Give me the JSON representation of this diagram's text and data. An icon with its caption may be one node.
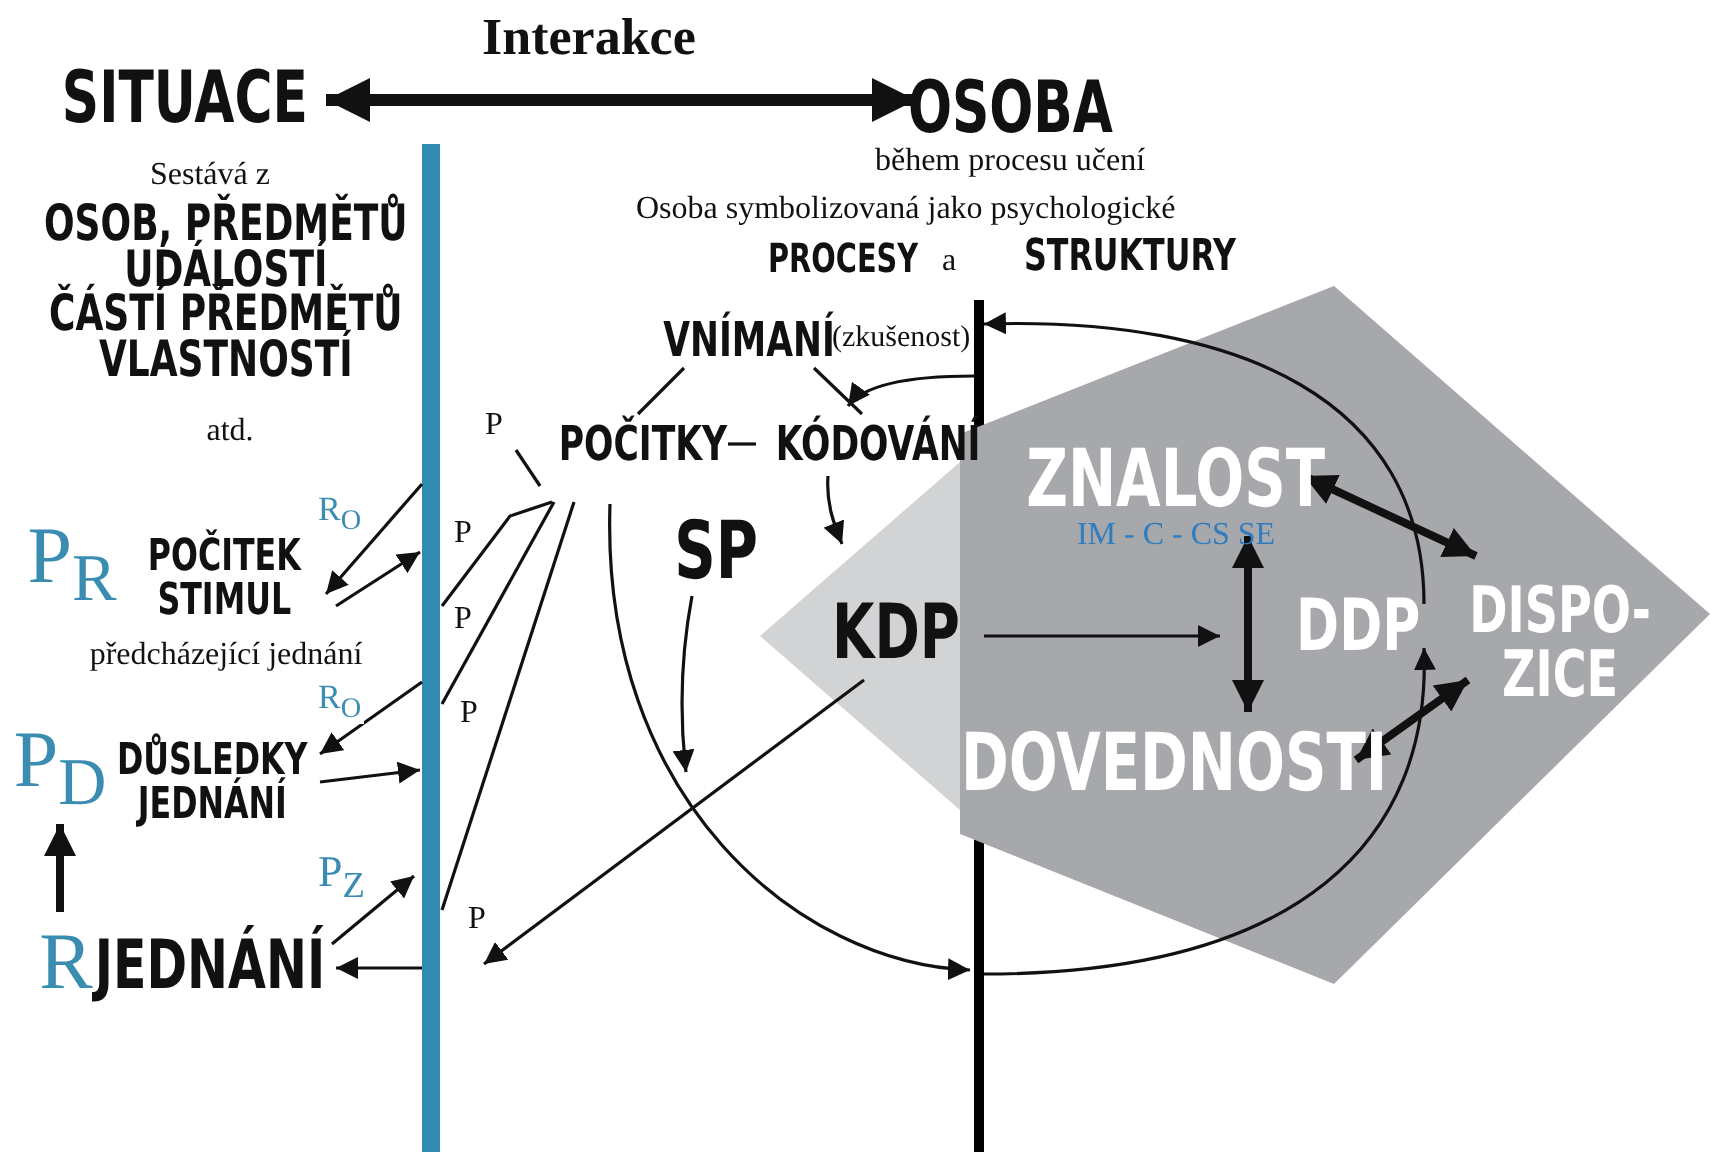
{
  "diagram": {
    "nodes": [
      {
        "text": [
          "SITUACE"
        ]
      },
      {
        "text": [
          "OSOBA",
          "během procesu učení"
        ]
      },
      {
        "text": [],
        "shape": "bar"
      },
      {
        "text": [],
        "shape": "bar"
      },
      {
        "text": [
          "KDP"
        ]
      },
      {
        "text": [],
        "shape": "pentagon"
      },
      {
        "text": [
          "ZNALOST",
          "IM - C - CS SE"
        ],
        "in": 5
      },
      {
        "text": [
          "DISPO- ZICE"
        ],
        "in": 5
      },
      {
        "text": [
          "DOVEDNOSTI"
        ],
        "in": 5
      },
      {
        "text": [
          "POČITEK STIMUL"
        ],
        "beside": [
          "předcházející jednání"
        ]
      },
      {
        "text": [
          "DŮSLEDKY JEDNÁNÍ"
        ]
      },
      {
        "text": [
          "JEDNÁNÍ"
        ]
      },
      {
        "text": [
          "P$_{D}$"
        ]
      },
      {
        "text": [
          "R"
        ]
      },
      {
        "text": [
          "P"
        ]
      },
      {
        "text": [
          "VNÍMANÍ"
        ],
        "beside": [
          "(zkušenost)"
        ]
      },
      {
        "text": [
          "POČITKY"
        ]
      },
      {
        "text": [
          "KÓDOVÁNÍ"
        ]
      },
      {
        "text": [
          "SP"
        ]
      },
      {
        "text": [
          "DDP"
        ],
        "in": 5
      }
    ],
    "edges": [
      {
        "from": 0,
        "to": 1,
        "arrow": "both",
        "label": "Interakce",
        "style": "thick"
      },
      {
        "from": 13,
        "to": 12,
        "arrow": "to",
        "style": "thick"
      },
      {
        "from": 2,
        "to": 9,
        "arrow": "to",
        "label": "R$_{O}$"
      },
      {
        "from": 9,
        "to": 2,
        "arrow": "to"
      },
      {
        "from": 2,
        "to": 10,
        "arrow": "to",
        "label": "R$_{O}$"
      },
      {
        "from": 10,
        "to": 2,
        "arrow": "to"
      },
      {
        "from": 11,
        "to": 2,
        "arrow": "to",
        "label": "P$_{Z}$"
      },
      {
        "from": 2,
        "to": 11,
        "arrow": "to"
      },
      {
        "from": 2,
        "to": 16,
        "arrow": "none",
        "label": "P"
      },
      {
        "from": 2,
        "to": 16,
        "arrow": "none",
        "label": "P"
      },
      {
        "from": 2,
        "to": 16,
        "arrow": "none",
        "label": "P"
      },
      {
        "from": 14,
        "to": 16,
        "arrow": "none"
      },
      {
        "from": 15,
        "to": 16,
        "arrow": "none"
      },
      {
        "from": 15,
        "to": 17,
        "arrow": "none"
      },
      {
        "from": 16,
        "to": 17,
        "arrow": "none"
      },
      {
        "from": 3,
        "to": 17,
        "arrow": "to"
      },
      {
        "from": 17,
        "to": 4,
        "arrow": "to"
      },
      {
        "from": 18,
        "to": null,
        "arrow": "to"
      },
      {
        "from": 16,
        "to": 3,
        "arrow": "to"
      },
      {
        "from": 4,
        "to": 2,
        "arrow": "to",
        "label": "P"
      },
      {
        "from": 3,
        "to": null,
        "arrow": "to"
      },
      {
        "from": 6,
        "to": 8,
        "arrow": "both",
        "style": "thick"
      },
      {
        "from": 6,
        "to": 7,
        "arrow": "both",
        "style": "thick"
      },
      {
        "from": 8,
        "to": 7,
        "arrow": "both",
        "style": "thick"
      },
      {
        "from": 19,
        "to": 3,
        "arrow": "to"
      },
      {
        "from": 3,
        "to": 19,
        "arrow": "to"
      }
    ],
    "labels": [
      "Sestává z",
      "OSOB, PŘEDMĚTŮ UDÁLOSTÍ ČÁSTÍ PŘEDMĚTŮ VLASTNOSTÍ",
      "atd.",
      "P$_{R}$",
      "Osoba symbolizovaná jako psychologické",
      "PROCESY",
      "a",
      "STRUKTURY"
    ]
  }
}
